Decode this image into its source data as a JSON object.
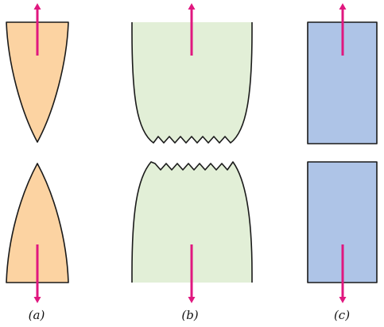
{
  "captions": {
    "a": "(a)",
    "b": "(b)",
    "c": "(c)"
  },
  "colors": {
    "ductile_fill": "#fcd3a2",
    "moderately_ductile_fill": "#e2efd7",
    "brittle_fill": "#aec4e7",
    "outline": "#1a1a1a",
    "arrow": "#e0177f"
  },
  "icons": {
    "arrow": "tensile-force-arrow-icon"
  }
}
